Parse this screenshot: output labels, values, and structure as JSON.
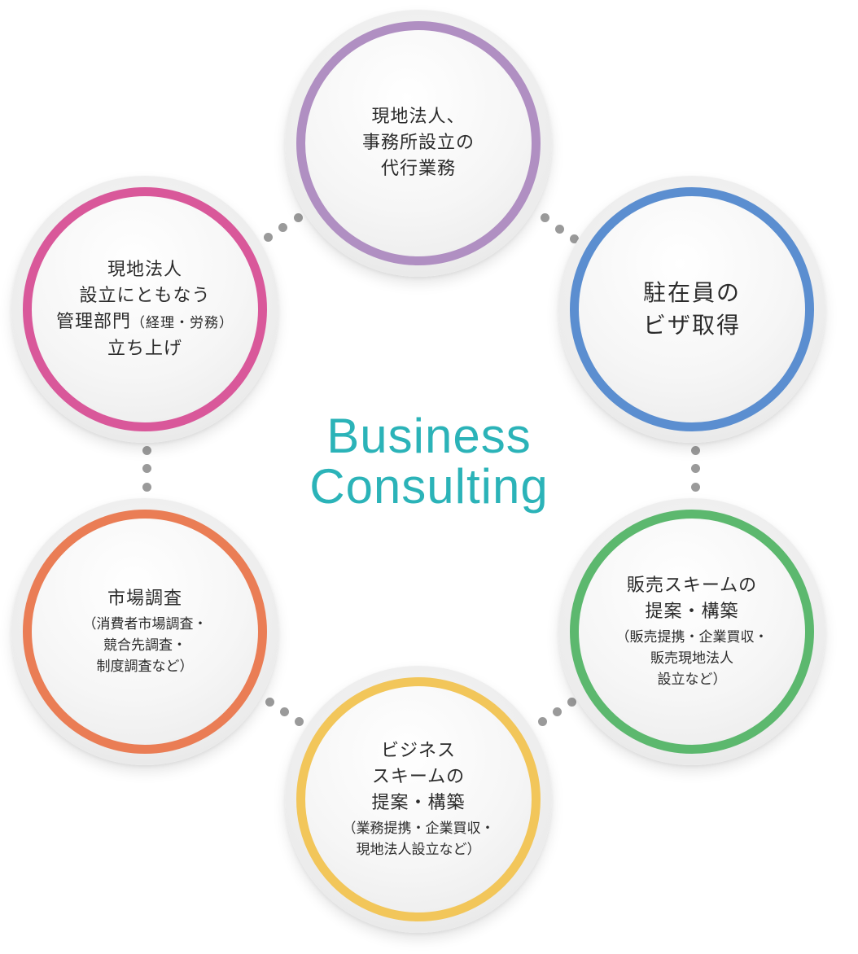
{
  "title": [
    "Business",
    "Consulting"
  ],
  "nodes": [
    {
      "id": "top",
      "color": "#b08fc2",
      "main": [
        "現地法人、",
        "事務所設立の",
        "代行業務"
      ]
    },
    {
      "id": "upper-right",
      "color": "#5b8ed0",
      "main": [
        "駐在員の",
        "ビザ取得"
      ]
    },
    {
      "id": "lower-right",
      "color": "#5cb86e",
      "main": [
        "販売スキームの",
        "提案・構築"
      ],
      "sub": [
        "（販売提携・企業買収・",
        "販売現地法人",
        "設立など）"
      ]
    },
    {
      "id": "bottom",
      "color": "#f2c65a",
      "main": [
        "ビジネス",
        "スキームの",
        "提案・構築"
      ],
      "sub": [
        "（業務提携・企業買収・",
        "現地法人設立など）"
      ]
    },
    {
      "id": "lower-left",
      "color": "#ea7d55",
      "main": [
        "市場調査"
      ],
      "sub": [
        "（消費者市場調査・",
        "競合先調査・",
        "制度調査など）"
      ]
    },
    {
      "id": "upper-left",
      "color": "#d9589a",
      "main": [
        "現地法人",
        "設立にともなう",
        "管理部門",
        "立ち上げ"
      ],
      "main_inline_sub": "（経理・労務）"
    }
  ]
}
